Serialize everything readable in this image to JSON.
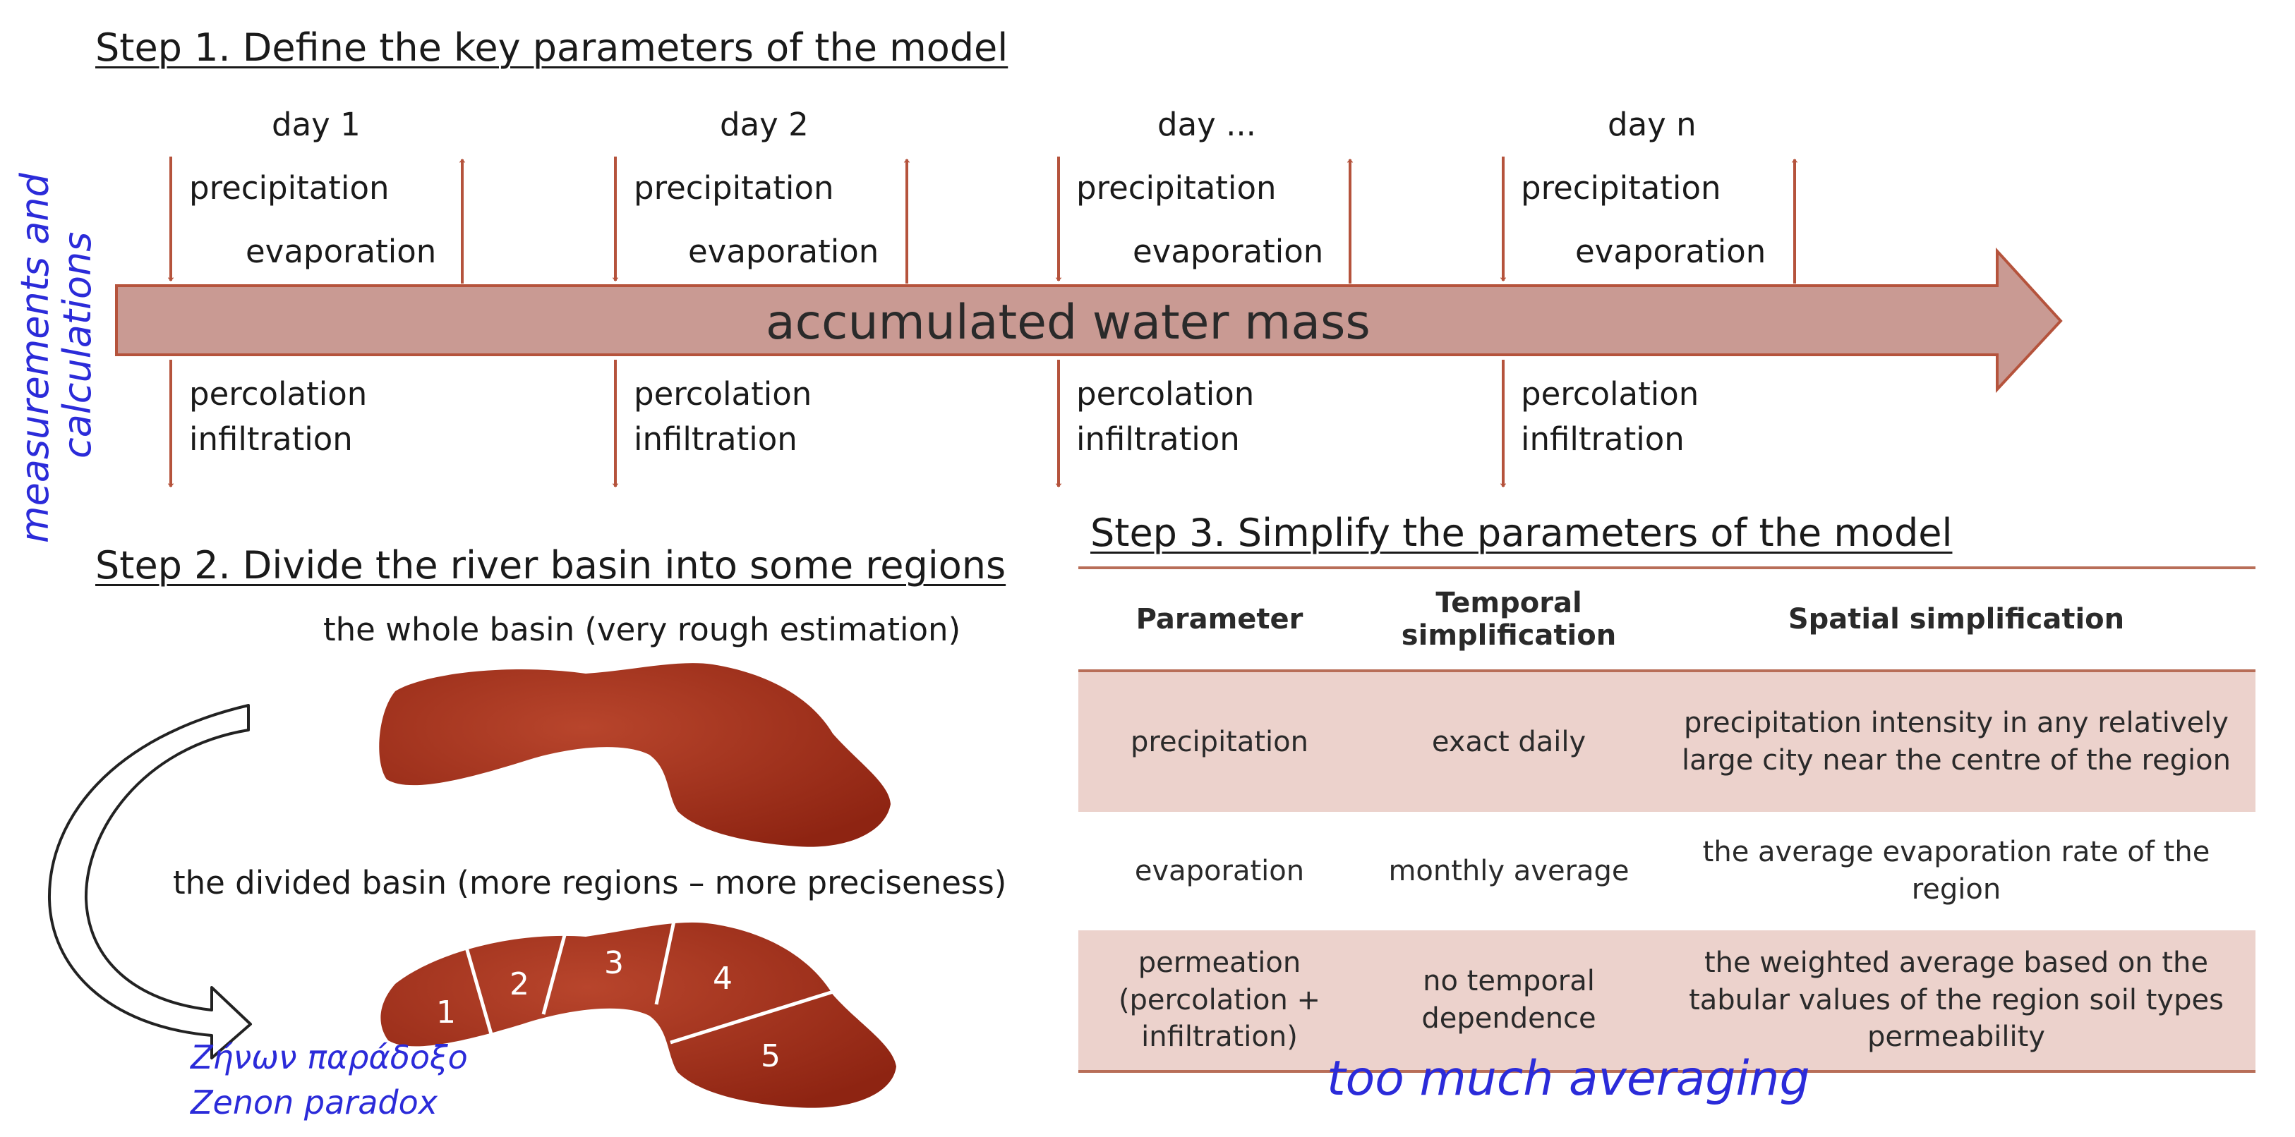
{
  "step1": {
    "title": "Step 1. Define the key parameters of the model",
    "side_label_line1": "measurements and",
    "side_label_line2": "calculations",
    "arrow_label": "accumulated water mass",
    "days": [
      {
        "day": "day 1",
        "in": "precipitation",
        "out": "evaporation",
        "down1": "percolation",
        "down2": "infiltration"
      },
      {
        "day": "day 2",
        "in": "precipitation",
        "out": "evaporation",
        "down1": "percolation",
        "down2": "infiltration"
      },
      {
        "day": "day ...",
        "in": "precipitation",
        "out": "evaporation",
        "down1": "percolation",
        "down2": "infiltration"
      },
      {
        "day": "day n",
        "in": "precipitation",
        "out": "evaporation",
        "down1": "percolation",
        "down2": "infiltration"
      }
    ]
  },
  "step2": {
    "title": "Step 2. Divide the river basin into some regions",
    "whole_label": "the whole basin (very rough estimation)",
    "divided_label": "the divided basin (more regions – more preciseness)",
    "regions": [
      "1",
      "2",
      "3",
      "4",
      "5"
    ],
    "paradox_greek": "Ζήνων παράδοξο",
    "paradox_english": "Zenon paradox"
  },
  "step3": {
    "title": "Step 3. Simplify the parameters of the model",
    "headers": [
      "Parameter",
      "Temporal simplification",
      "Spatial simplification"
    ],
    "rows": [
      {
        "parameter": "precipitation",
        "temporal": "exact daily",
        "spatial": "precipitation intensity in any relatively large city near the centre of the region"
      },
      {
        "parameter": "evaporation",
        "temporal": "monthly average",
        "spatial": "the average evaporation rate of the region"
      },
      {
        "parameter": "permeation (percolation + infiltration)",
        "temporal": "no temporal dependence",
        "spatial": "the weighted average based on the tabular values of the region soil types permeability"
      }
    ],
    "footnote": "too much averaging"
  },
  "colors": {
    "arrow_fill": "#c99a93",
    "arrow_stroke": "#b5533c",
    "flow_arrow": "#b5533c",
    "basin": "#a8321f",
    "table_shade": "#ecd2cc",
    "annotation_blue": "#2b2bd9"
  }
}
